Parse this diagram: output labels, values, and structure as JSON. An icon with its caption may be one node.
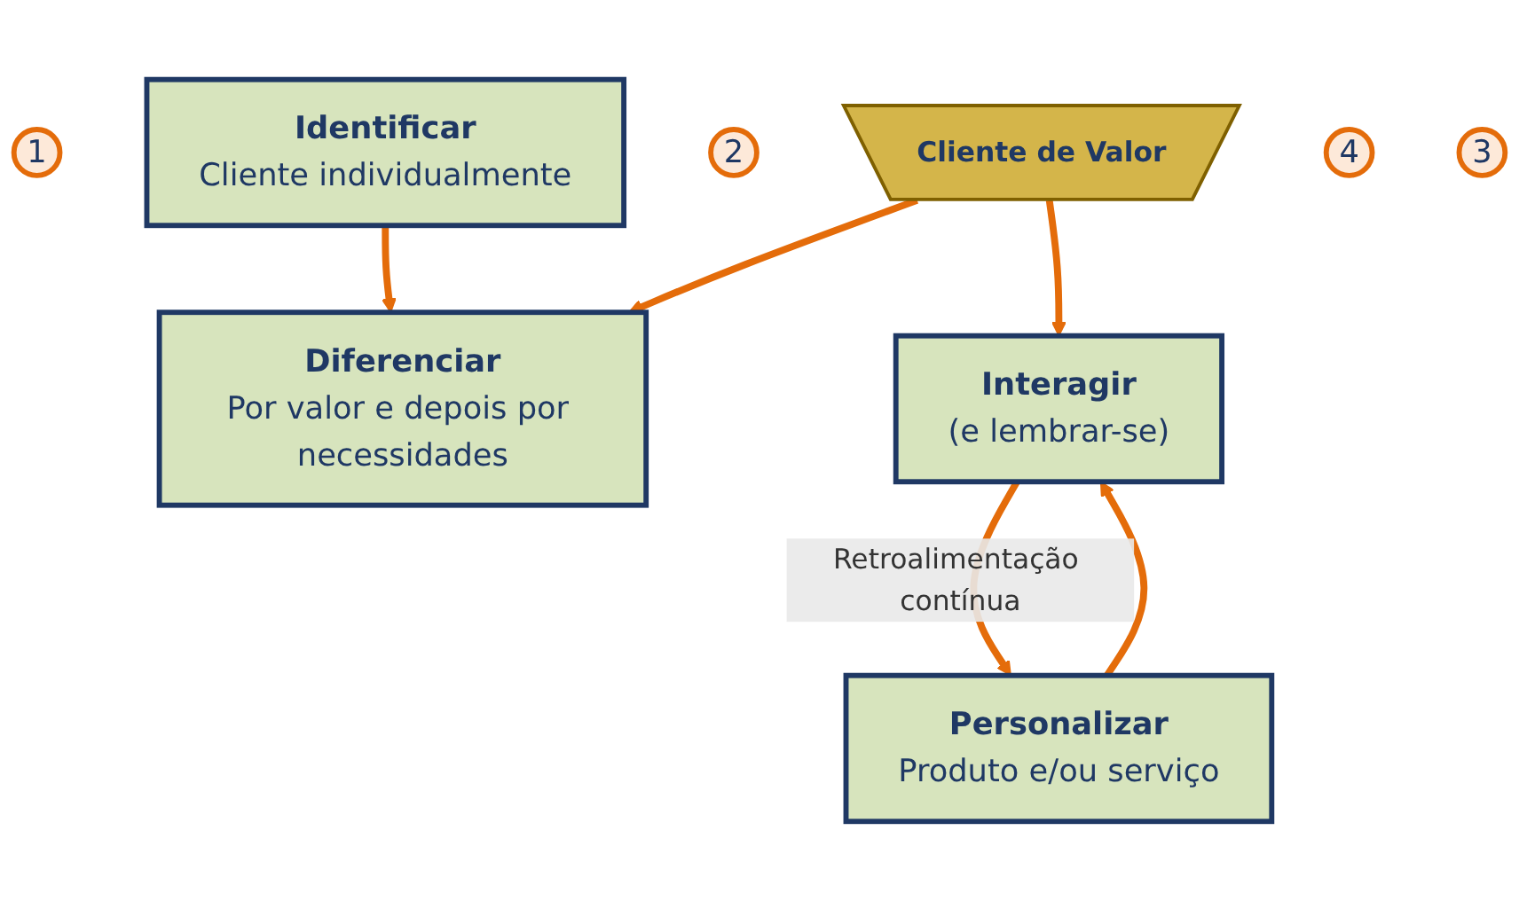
{
  "diagram": {
    "nodes": [
      {
        "text": [
          "1"
        ]
      },
      {
        "text": [
          "Identificar",
          "Cliente individualmente"
        ]
      },
      {
        "text": [
          "2"
        ]
      },
      {
        "text": [
          "Diferenciar",
          "Por valor e depois por necessidades"
        ]
      },
      {
        "text": [
          "Cliente de Valor"
        ]
      },
      {
        "text": [
          "4"
        ]
      },
      {
        "text": [
          "Personalizar",
          "Produto e/ou serviço"
        ]
      },
      {
        "text": [
          "3"
        ]
      },
      {
        "text": [
          "Interagir",
          "(e lembrar-se)"
        ]
      }
    ],
    "edges": [
      {
        "from": 1,
        "to": 3,
        "arrow": "to"
      },
      {
        "from": 4,
        "to": 3,
        "arrow": "to"
      },
      {
        "from": 4,
        "to": 8,
        "arrow": "to"
      },
      {
        "from": 8,
        "to": 6,
        "arrow": "to",
        "label": "Retroalimentação contínua"
      },
      {
        "from": 6,
        "to": 8,
        "arrow": "to"
      }
    ]
  }
}
